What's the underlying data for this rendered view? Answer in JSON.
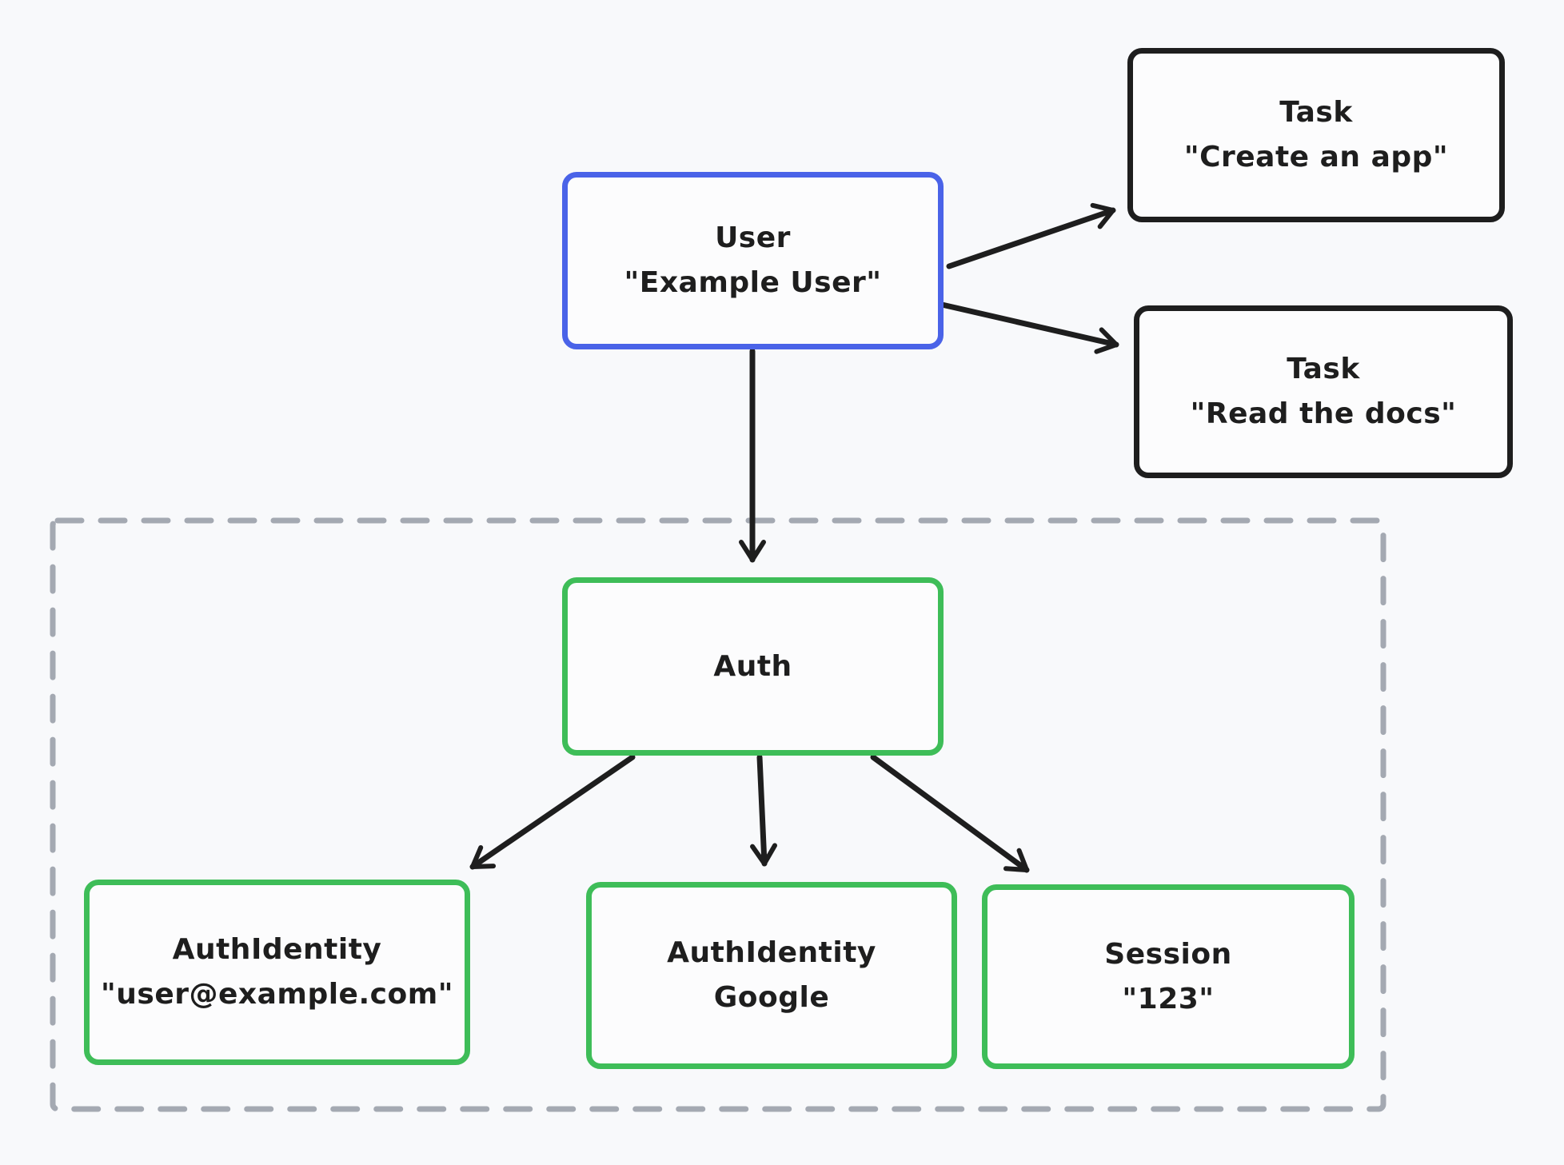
{
  "diagram": {
    "type": "entity-relationship-sketch",
    "nodes": {
      "user": {
        "line1": "User",
        "line2": "\"Example User\""
      },
      "task_create": {
        "line1": "Task",
        "line2": "\"Create an app\""
      },
      "task_read": {
        "line1": "Task",
        "line2": "\"Read the docs\""
      },
      "auth": {
        "line1": "Auth"
      },
      "auth_identity_email": {
        "line1": "AuthIdentity",
        "line2": "\"user@example.com\""
      },
      "auth_identity_google": {
        "line1": "AuthIdentity",
        "line2": "Google"
      },
      "session": {
        "line1": "Session",
        "line2": "\"123\""
      }
    },
    "edges": [
      {
        "from": "user",
        "to": "task_create"
      },
      {
        "from": "user",
        "to": "task_read"
      },
      {
        "from": "user",
        "to": "auth"
      },
      {
        "from": "auth",
        "to": "auth_identity_email"
      },
      {
        "from": "auth",
        "to": "auth_identity_google"
      },
      {
        "from": "auth",
        "to": "session"
      }
    ],
    "groups": [
      {
        "name": "auth-group",
        "style": "dashed",
        "contains": [
          "auth",
          "auth_identity_email",
          "auth_identity_google",
          "session"
        ]
      }
    ]
  },
  "colors": {
    "background": "#f8f9fb",
    "node_fill": "#fcfcfd",
    "user_border": "#4a63e8",
    "task_border": "#1e1e1e",
    "auth_border": "#3ebd58",
    "group_border": "#a4a9b2",
    "ink": "#1e1e1e"
  }
}
